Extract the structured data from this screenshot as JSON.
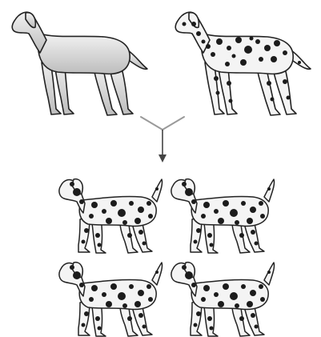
{
  "parents": [
    {
      "coat": "plain",
      "color": "#d8d8d8"
    },
    {
      "coat": "spotted",
      "color": "#f0f0f0"
    }
  ],
  "offspring": {
    "count": 4,
    "coat": "spotted",
    "rows": 2,
    "cols": 2
  },
  "colors": {
    "outline": "#222222",
    "spot": "#1c1c1c",
    "plain_shade": "#b8b8b8",
    "white_coat": "#f4f4f4",
    "connector": "#9a9a9a",
    "arrow": "#444444"
  }
}
